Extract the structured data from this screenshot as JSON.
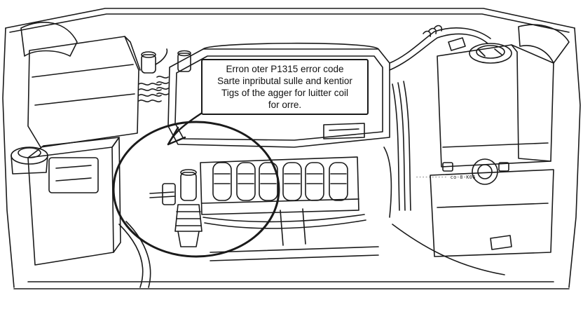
{
  "callout": {
    "lines": [
      "Erron oter P1315 error code",
      "Sarte inpributal sulle and kentior",
      "Tigs of the agger for luitter coil",
      "for orre."
    ]
  },
  "small_label": "---------- co-8-K06",
  "colors": {
    "line": "#1a1a1a",
    "background": "#ffffff"
  },
  "highlight": {
    "coil_count": 6
  }
}
